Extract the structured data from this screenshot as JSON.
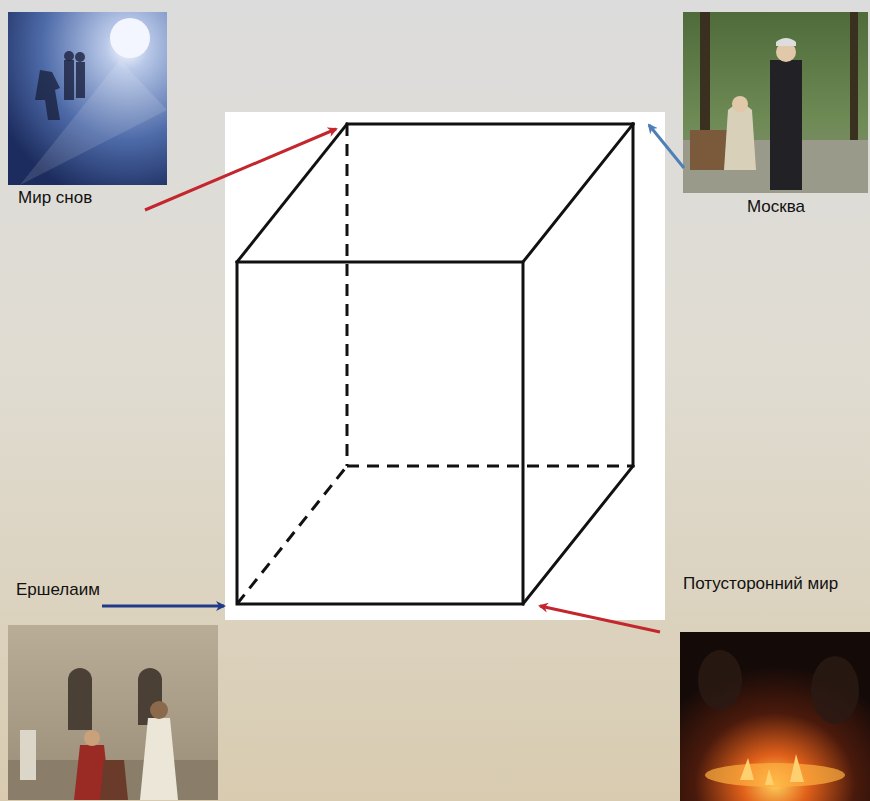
{
  "diagram": {
    "labels": [
      "Мир снов",
      "Москва",
      "Ершелаим",
      "Потусторонний мир"
    ]
  }
}
